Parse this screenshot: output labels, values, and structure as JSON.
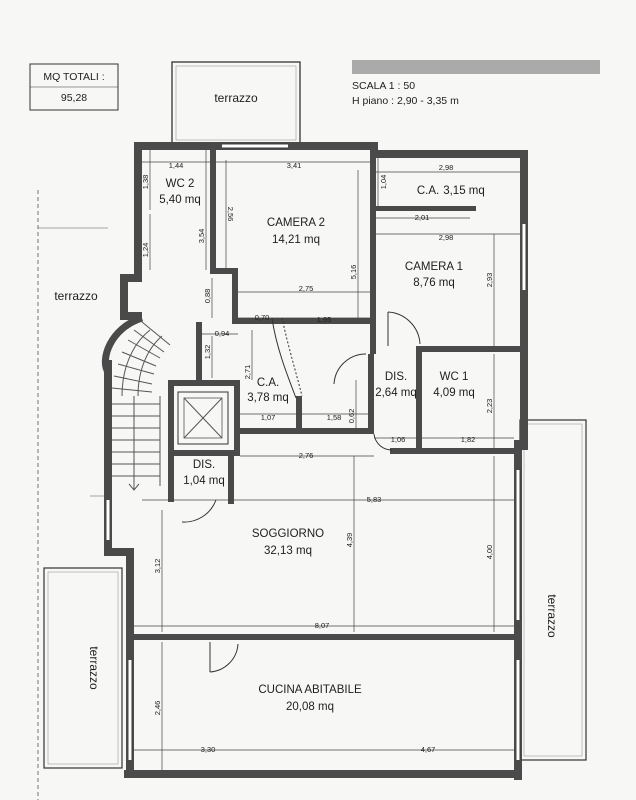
{
  "header": {
    "mq_title": "MQ TOTALI :",
    "mq_value": "95,28",
    "scale": "SCALA 1 : 50",
    "h_piano": "H piano : 2,90 - 3,35 m"
  },
  "rooms": {
    "wc2": {
      "name": "WC 2",
      "area": "5,40 mq"
    },
    "camera2": {
      "name": "CAMERA 2",
      "area": "14,21 mq"
    },
    "ca_top": {
      "name": "C.A.",
      "area": "3,15 mq"
    },
    "camera1": {
      "name": "CAMERA 1",
      "area": "8,76 mq"
    },
    "ca_mid": {
      "name": "C.A.",
      "area": "3,78 mq"
    },
    "dis_mid": {
      "name": "DIS.",
      "area": "2,64 mq"
    },
    "wc1": {
      "name": "WC 1",
      "area": "4,09 mq"
    },
    "dis_left": {
      "name": "DIS.",
      "area": "1,04 mq"
    },
    "soggiorno": {
      "name": "SOGGIORNO",
      "area": "32,13 mq"
    },
    "cucina": {
      "name": "CUCINA ABITABILE",
      "area": "20,08 mq"
    }
  },
  "terraces": {
    "top": "terrazzo",
    "left_upper": "terrazzo",
    "left_lower": "terrazzo",
    "right": "terrazzo"
  },
  "dimensions": {
    "d_1_44": "1,44",
    "d_3_41": "3,41",
    "d_2_98_top": "2,98",
    "d_1_38": "1,38",
    "d_1_04": "1,04",
    "d_2_01": "2,01",
    "d_2_56": "2,56",
    "d_2_98_mid": "2,98",
    "d_1_24": "1,24",
    "d_3_54": "3,54",
    "d_5_16": "5,16",
    "d_2_93": "2,93",
    "d_2_75": "2,75",
    "d_0_88": "0,88",
    "d_0_70": "0,70",
    "d_1_95": "1,95",
    "d_0_94": "0,94",
    "d_1_32": "1,32",
    "d_2_71": "2,71",
    "d_2_23": "2,23",
    "d_1_07": "1,07",
    "d_1_58": "1,58",
    "d_0_62": "0,62",
    "d_1_06": "1,06",
    "d_1_82": "1,82",
    "d_2_76": "2,76",
    "d_5_83": "5,83",
    "d_3_12": "3,12",
    "d_4_39": "4,39",
    "d_4_00": "4,00",
    "d_8_07": "8,07",
    "d_2_46": "2,46",
    "d_3_30": "3,30",
    "d_4_67": "4,67"
  }
}
